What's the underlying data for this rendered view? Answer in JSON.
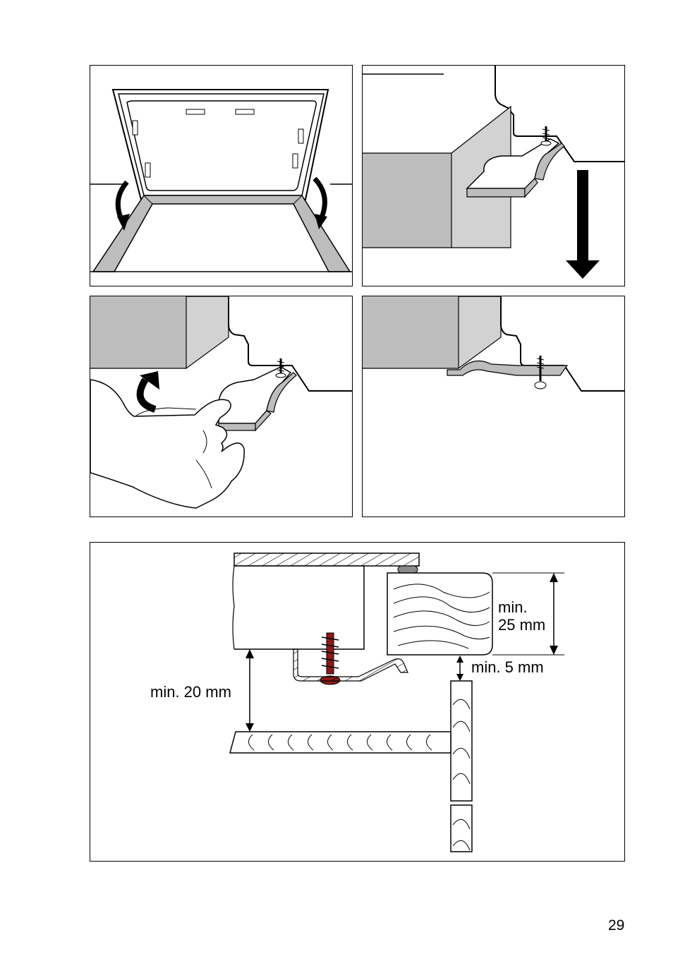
{
  "figure": {
    "labels": {
      "min_25": "min.\n25 mm",
      "min_5": "min. 5 mm",
      "min_20": "min. 20 mm"
    }
  },
  "page": {
    "number": "29"
  }
}
